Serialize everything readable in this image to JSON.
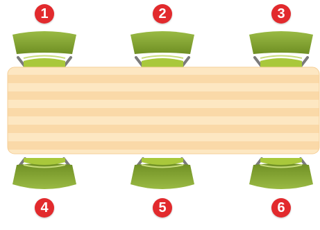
{
  "colors": {
    "badge": "#e22a2d",
    "chair_back": "#7c9c2c",
    "chair_back_light": "#9aba44",
    "chair_seat": "#a9c83b",
    "chair_leg": "#7b7b7b",
    "table_light": "#fde7c2",
    "table_stripe": "#f9d9a6",
    "table_edge": "#f6c98b"
  },
  "seats": [
    {
      "number": "1",
      "side": "top"
    },
    {
      "number": "2",
      "side": "top"
    },
    {
      "number": "3",
      "side": "top"
    },
    {
      "number": "4",
      "side": "bottom"
    },
    {
      "number": "5",
      "side": "bottom"
    },
    {
      "number": "6",
      "side": "bottom"
    }
  ]
}
